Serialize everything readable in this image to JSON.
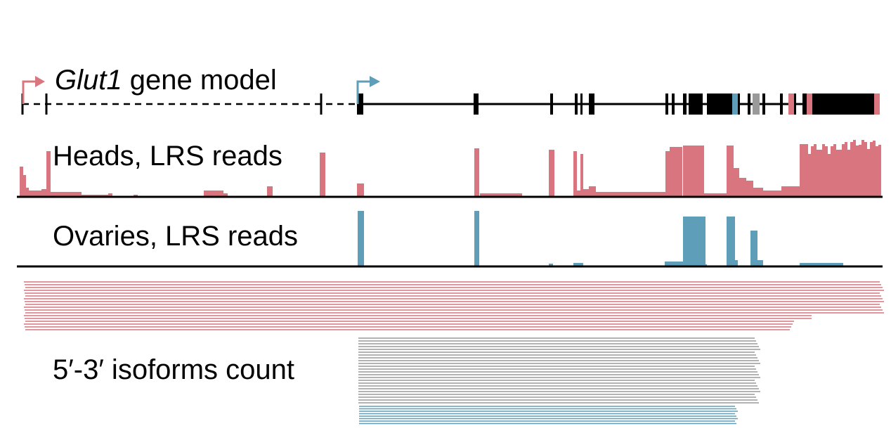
{
  "labels": {
    "gene_italic": "Glut1",
    "gene_rest": " gene model",
    "heads": "Heads, LRS reads",
    "ovaries": "Ovaries, LRS reads",
    "isoforms": "5′-3′ isoforms count"
  },
  "colors": {
    "heads": "#d9757f",
    "ovaries": "#5e9eb8",
    "isoform_gray": "#9a9a9a",
    "black": "#000000",
    "utr_gray": "#9a9a9a"
  },
  "icons": [
    "promoter-arrow-red-icon",
    "promoter-arrow-blue-icon"
  ]
}
